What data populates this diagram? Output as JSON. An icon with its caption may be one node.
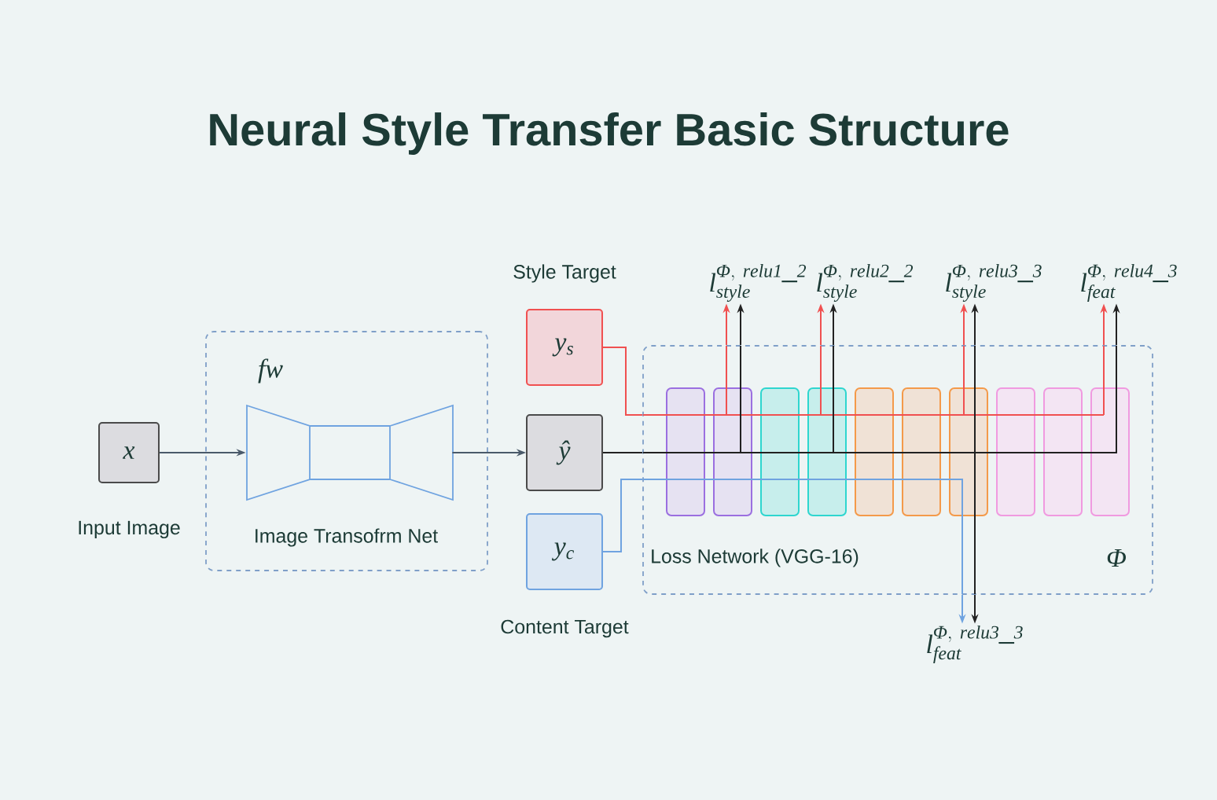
{
  "diagram": {
    "title": "Neural Style Transfer Basic Structure",
    "nodes": [
      {
        "text": [
          "x"
        ],
        "beside": [
          "Input Image"
        ]
      },
      {
        "text": [
          "fw",
          "Image Transofrm Net"
        ]
      },
      {
        "text": [],
        "shape": "picture",
        "in": 1
      },
      {
        "text": [
          "ŷ"
        ]
      },
      {
        "text": [
          "y$_{s}$"
        ],
        "beside": [
          "Style Target"
        ]
      },
      {
        "text": [
          "y$_{c}$"
        ],
        "beside": [
          "Content Target"
        ]
      },
      {
        "text": [
          "Loss Network (VGG-16)",
          "Φ"
        ]
      },
      {
        "text": [
          "\\mathrm{l}^{\\mathrm{Φ,\\ relu1\\_2}}_{\\mathrm{style}}"
        ]
      },
      {
        "text": [
          "\\mathrm{l}^{\\mathrm{Φ,\\ relu2\\_2}}_{\\mathrm{style}}"
        ]
      },
      {
        "text": [
          "\\mathrm{l}^{\\mathrm{Φ,\\ relu3\\_3}}_{\\mathrm{style}}"
        ]
      },
      {
        "text": [
          "\\mathrm{l}^{\\mathrm{Φ,\\ relu4\\_3}}_{\\mathrm{feat}}"
        ]
      },
      {
        "text": [
          "\\mathrm{l}^{\\mathrm{Φ,\\ relu3\\_3}}_{\\mathrm{feat}}"
        ]
      }
    ],
    "edges": [
      {
        "from": 0,
        "to": 2,
        "arrow": "to",
        "color": "#4a5a6a"
      },
      {
        "from": 2,
        "to": 3,
        "arrow": "to",
        "color": "#4a5a6a"
      },
      {
        "from": 4,
        "to": 6,
        "arrow": "none",
        "color": "#f05050"
      },
      {
        "from": 3,
        "to": 6,
        "arrow": "none"
      },
      {
        "from": 5,
        "to": 6,
        "arrow": "none",
        "color": "#6fa3e0"
      },
      {
        "from": 6,
        "to": 7,
        "arrow": "to",
        "color": "#f05050"
      },
      {
        "from": 6,
        "to": 8,
        "arrow": "to",
        "color": "#f05050"
      },
      {
        "from": 6,
        "to": 9,
        "arrow": "to",
        "color": "#f05050"
      },
      {
        "from": 6,
        "to": 10,
        "arrow": "to",
        "color": "#f05050"
      },
      {
        "from": 6,
        "to": 7,
        "arrow": "to"
      },
      {
        "from": 6,
        "to": 8,
        "arrow": "to"
      },
      {
        "from": 6,
        "to": 9,
        "arrow": "to"
      },
      {
        "from": 6,
        "to": 10,
        "arrow": "to"
      },
      {
        "from": 6,
        "to": 11,
        "arrow": "to"
      },
      {
        "from": 6,
        "to": 11,
        "arrow": "to",
        "color": "#6fa3e0"
      }
    ]
  }
}
